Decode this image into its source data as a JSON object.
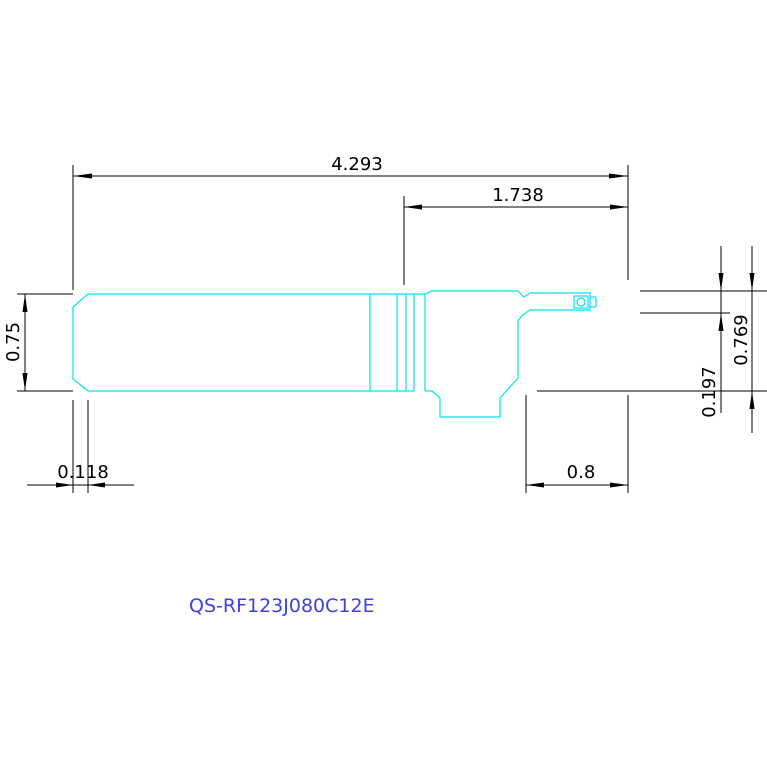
{
  "dimensions": {
    "overall_length": "4.293",
    "head_length": "1.738",
    "diameter": "0.75",
    "chamfer": "0.118",
    "reach": "0.8",
    "height_a": "0.197",
    "height_b": "0.769"
  },
  "part_number": "QS-RF123J080C12E",
  "colors": {
    "part_outline": "#00e5ee",
    "dimension_lines": "#000000",
    "part_number_text": "#4040e0"
  }
}
